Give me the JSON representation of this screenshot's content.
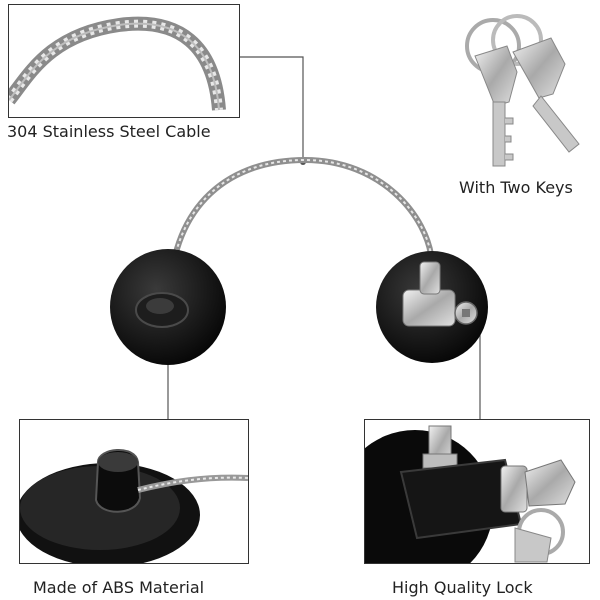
{
  "labels": {
    "cable": "304 Stainless Steel Cable",
    "keys": "With Two Keys",
    "material": "Made of ABS Material",
    "lock": "High Quality Lock"
  },
  "colors": {
    "frame": "#333333",
    "steel": "#b8b8b8",
    "black_plastic": "#111111"
  }
}
